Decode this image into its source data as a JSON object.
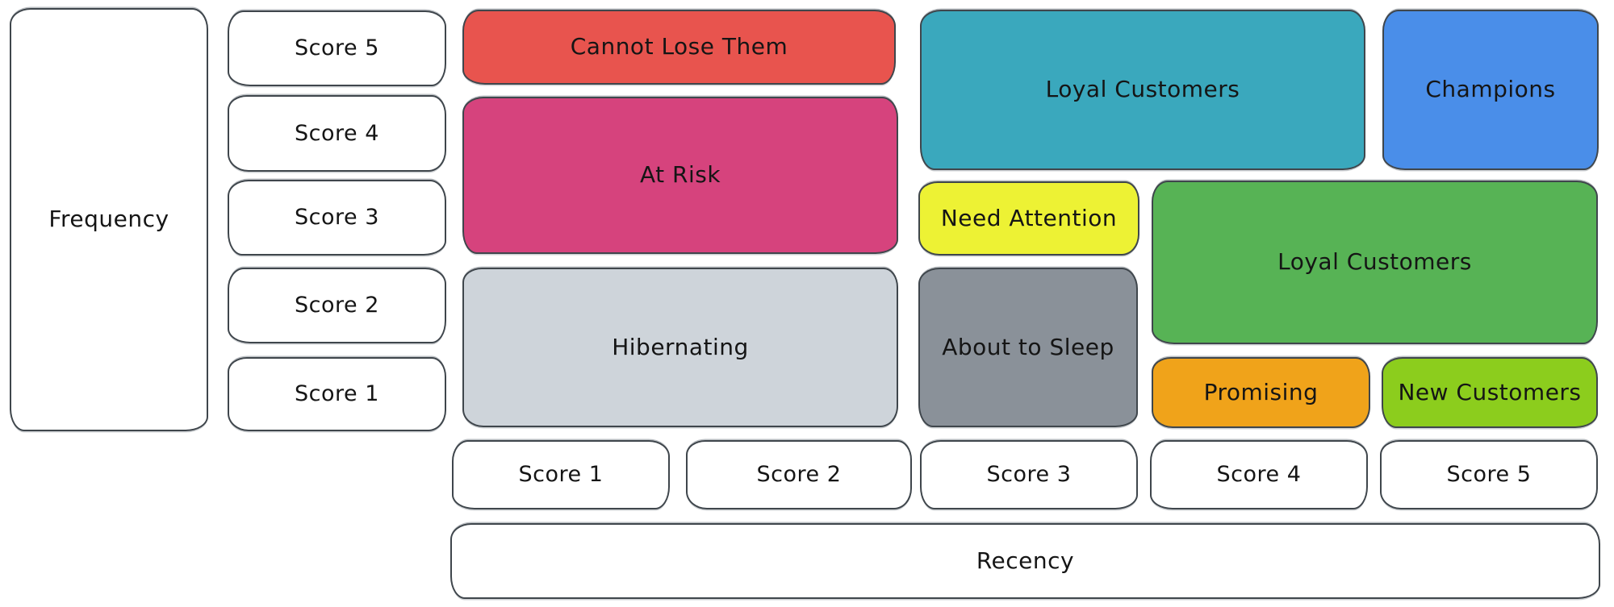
{
  "diagram": {
    "type": "rfm-customer-segmentation-matrix",
    "background": "#ffffff",
    "border_color": "#3f464c",
    "text_color": "#151515",
    "y_axis": {
      "label": "Frequency",
      "scores": [
        "Score 5",
        "Score 4",
        "Score 3",
        "Score 2",
        "Score 1"
      ]
    },
    "x_axis": {
      "label": "Recency",
      "scores": [
        "Score 1",
        "Score 2",
        "Score 3",
        "Score 4",
        "Score 5"
      ]
    },
    "segments": {
      "cannot_lose_them": {
        "label": "Cannot Lose Them",
        "color": "#e8544e",
        "recency": "1-2",
        "frequency": "5"
      },
      "at_risk": {
        "label": "At Risk",
        "color": "#d6437d",
        "recency": "1-2",
        "frequency": "3-4"
      },
      "hibernating": {
        "label": "Hibernating",
        "color": "#ced4da",
        "recency": "1-2",
        "frequency": "1-2"
      },
      "loyal_customers_top": {
        "label": "Loyal Customers",
        "color": "#3aa8bd",
        "recency": "3-4",
        "frequency": "4-5"
      },
      "champions": {
        "label": "Champions",
        "color": "#4a8ee9",
        "recency": "5",
        "frequency": "4-5"
      },
      "need_attention": {
        "label": "Need Attention",
        "color": "#edf234",
        "recency": "3",
        "frequency": "3"
      },
      "about_to_sleep": {
        "label": "About to Sleep",
        "color": "#8a9199",
        "recency": "3",
        "frequency": "1-2"
      },
      "loyal_customers_right": {
        "label": "Loyal Customers",
        "color": "#57b355",
        "recency": "4-5",
        "frequency": "2-3"
      },
      "promising": {
        "label": "Promising",
        "color": "#f0a31a",
        "recency": "4",
        "frequency": "1"
      },
      "new_customers": {
        "label": "New Customers",
        "color": "#8ccd1d",
        "recency": "5",
        "frequency": "1"
      }
    }
  }
}
